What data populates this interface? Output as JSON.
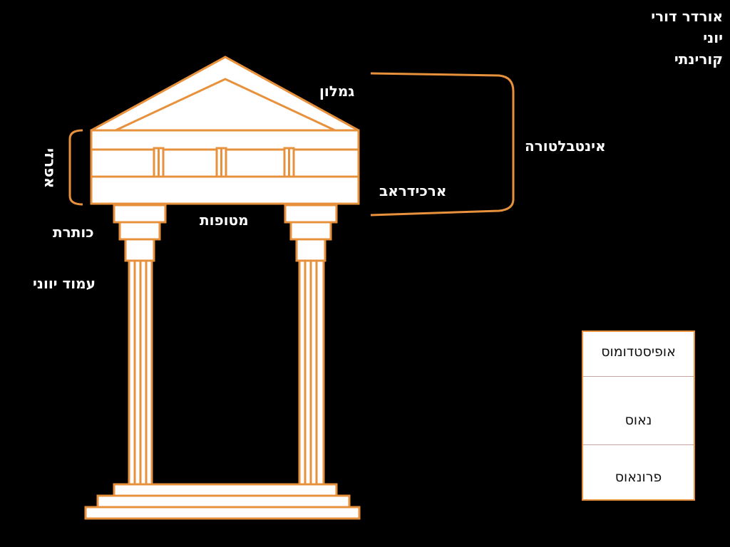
{
  "orders": [
    "אורדר דורי",
    "יוני",
    "קורינתי"
  ],
  "labels": {
    "pediment": "גמלון",
    "entablature": "אינטבלטורה",
    "architrave": "ארכידראב",
    "metopes": "מטופות",
    "capital": "כותרת",
    "ionic_column": "עמוד יווני",
    "frieze": "אפרזי"
  },
  "plan": {
    "opisthodomos": "אופיסטדומוס",
    "naos": "נאוס",
    "pronaos": "פרונאוס"
  },
  "colors": {
    "background": "#000000",
    "stroke": "#e8913c",
    "fill": "#ffffff"
  }
}
